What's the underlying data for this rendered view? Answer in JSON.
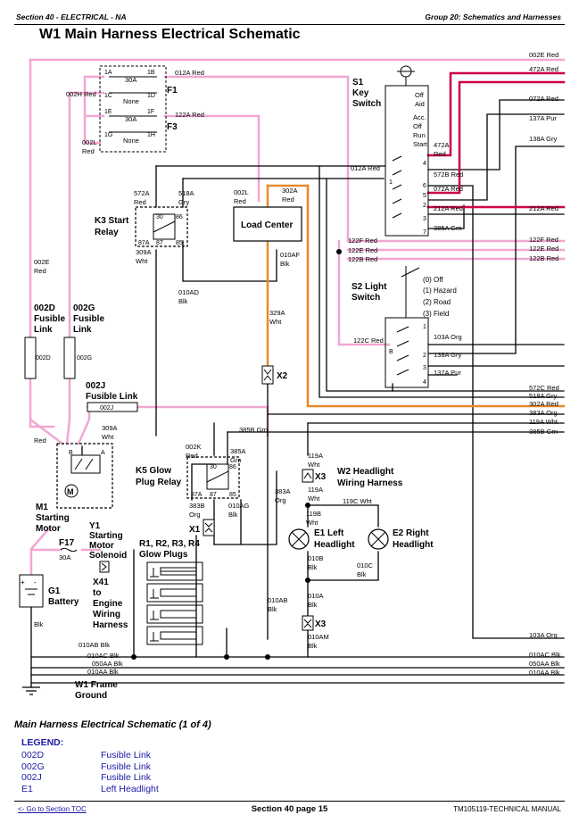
{
  "header": {
    "section": "Section 40 - ELECTRICAL - NA",
    "group": "Group 20: Schematics and Harnesses"
  },
  "title": "W1 Main Harness Electrical Schematic",
  "colors": {
    "pink": "#f2a6d2",
    "red": "#cc0044",
    "orange": "#e8892b",
    "black": "#000000",
    "link": "#1a1aa6"
  },
  "schematic": {
    "right_wires": [
      "002E Red",
      "472A Red",
      "072A Red",
      "137A Pur",
      "138A Gry",
      "212A Red",
      "122F Red",
      "122E Red",
      "122B Red",
      "572C Red",
      "518A Gry",
      "302A Red",
      "383A Org",
      "119A Wht",
      "385B Grn",
      "103A Org",
      "010AC Blk",
      "050AA Blk",
      "010AA Blk"
    ],
    "fuses": {
      "f1": "F1",
      "f3": "F3",
      "f17": "F17",
      "a30": "30A",
      "none": "None",
      "t1a": "1A",
      "t1b": "1B",
      "t1c": "1C",
      "t1d": "1D",
      "t1e": "1E",
      "t1f": "1F",
      "t1g": "1G",
      "t1h": "1H"
    },
    "key_switch": {
      "name": "S1",
      "l1": "Key",
      "l2": "Switch",
      "pos": [
        "Off",
        "Aid",
        "Acc.",
        "Off",
        "Run",
        "Start"
      ]
    },
    "light_switch": {
      "name": "S2 Light",
      "l2": "Switch",
      "pos": [
        "(0) Off",
        "(1) Hazard",
        "(2) Road",
        "(3) Field"
      ]
    },
    "labels": {
      "w012": "012A Red",
      "w002h": "002H Red",
      "w122a": "122A Red",
      "w002l": "002L",
      "red": "Red",
      "blk": "Blk",
      "wht": "Wht",
      "grn": "Grn",
      "org": "Org",
      "gry": "Gry",
      "w572a": "572A",
      "w518a": "518A",
      "w002lb": "002L",
      "w302a": "302A",
      "w302r": "Red",
      "k3a": "K3 Start",
      "k3b": "Relay",
      "load": "Load Center",
      "w309a": "309A",
      "w010af": "010AF",
      "w010ad": "010AD",
      "w329a": "329A",
      "w002e": "002E",
      "d002": "002D",
      "g002": "002G",
      "fusible": "Fusible",
      "link": "Link",
      "fusiblelink": "Fusible Link",
      "j002": "002J",
      "x2": "X2",
      "x3": "X3",
      "x1": "X1",
      "w472a": "472A",
      "w572b": "572B Red",
      "w072a": "072A Red",
      "w212a": "212A Red",
      "w385a": "385A Grn",
      "w012b": "012A Red",
      "w122c": "122C Red",
      "w103a": "103A Org",
      "w138a": "138A Gry",
      "w137a": "137A Pur",
      "k5a": "K5 Glow",
      "k5b": "Plug Relay",
      "w002k": "002K",
      "w385ag": "385A",
      "w383b": "383B",
      "w010ag": "010AG",
      "w383a": "383A",
      "w385b": "385B Grn",
      "w119a": "119A",
      "w119c": "119C Wht",
      "w119b": "119B",
      "w010b": "010B",
      "w010c": "010C",
      "w2a": "W2 Headlight",
      "w2b": "Wiring Harness",
      "e1a": "E1 Left",
      "e1b": "Headlight",
      "e2a": "E2 Right",
      "e2b": "Headlight",
      "m1a": "M1",
      "m1b": "Starting",
      "m1c": "Motor",
      "y1a": "Y1",
      "y1b": "Starting",
      "y1c": "Motor",
      "y1d": "Solenoid",
      "glow": "R1, R2, R3, R4",
      "glow2": "Glow Plugs",
      "g1a": "G1",
      "g1b": "Battery",
      "x41a": "X41",
      "x41b": "to",
      "x41c": "Engine",
      "x41d": "Wiring",
      "x41e": "Harness",
      "w010ab": "010AB",
      "w010a": "010A",
      "w010am": "010AM",
      "gnd1": "010AB Blk",
      "gnd2": "010AC Blk",
      "gnd3": "050AA Blk",
      "gnd4": "010AA Blk",
      "w1a": "W1 Frame",
      "w1b": "Ground",
      "w103b": "103A Org",
      "t30": "30",
      "t86": "86",
      "t87a": "87A",
      "t87": "87",
      "t85": "85",
      "pa": "A",
      "pb": "B",
      "n1": "1",
      "n2": "2",
      "n3": "3",
      "n4": "4",
      "n5": "5",
      "n6": "6",
      "n7": "7",
      "swn1": "1",
      "swn2": "2",
      "swn3": "3",
      "swn4": "4"
    }
  },
  "caption": "Main Harness Electrical Schematic (1 of 4)",
  "legend": {
    "title": "LEGEND:",
    "items": [
      {
        "code": "002D",
        "desc": "Fusible Link"
      },
      {
        "code": "002G",
        "desc": "Fusible Link"
      },
      {
        "code": "002J",
        "desc": "Fusible Link"
      },
      {
        "code": "E1",
        "desc": "Left Headlight"
      }
    ]
  },
  "footer": {
    "left": "<- Go to Section TOC",
    "center": "Section 40 page 15",
    "right": "TM105119-TECHNICAL MANUAL"
  }
}
